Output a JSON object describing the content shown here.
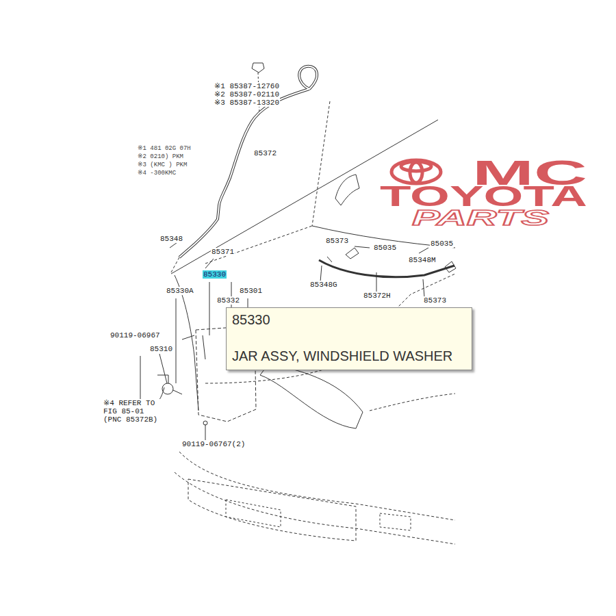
{
  "diagram": {
    "nodes": [
      {
        "text": [
          "85330",
          "JAR ASSY, WINDSHIELD WASHER"
        ]
      }
    ],
    "labels": [
      "※1 85387-12760",
      "※2 85387-02110",
      "※3 85387-13320",
      "85372",
      "※1 481 02G 07H",
      "※2 0210) PKM",
      "※3 (KMC ) PKM",
      "※4 -300KMC",
      "85348",
      "85371",
      "85330",
      "85330A",
      "85301",
      "85332",
      "90119-06967",
      "85310",
      "※4 REFER TO FIG 85-01 (PNC 85372B)",
      "90119-06767(2)",
      "85373",
      "85035",
      "85035",
      "85348M",
      "85348G",
      "85372H",
      "85373",
      "MC",
      "TOYOTA",
      "PARTS"
    ]
  }
}
